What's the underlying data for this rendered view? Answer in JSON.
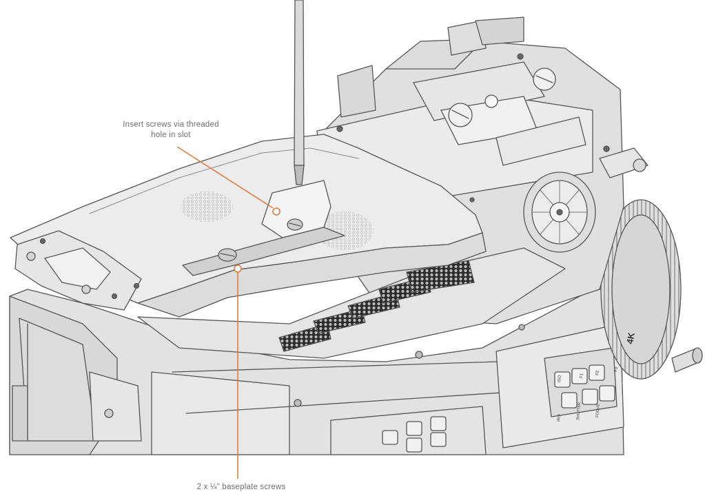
{
  "callouts": {
    "top_line1": "Insert screws via threaded",
    "top_line2": "hole in slot",
    "bottom": "2 x ¼\" baseplate screws"
  },
  "camera_badges": {
    "badge_4k": "4K",
    "btn_iso": "ISO",
    "btn_f1": "F1",
    "btn_f2": "F2",
    "btn_f3": "F3",
    "label_shutter": "SHUTTER",
    "label_iris": "IRIS",
    "label_focus": "FOCUS"
  },
  "colors": {
    "callout_line": "#e07b3c",
    "body_fill": "#e4e4e4",
    "body_light": "#efefef",
    "outline": "#555555",
    "vent": "#2c2c2c"
  },
  "icons": [
    "screwdriver-icon",
    "screw-icon",
    "hexagon-vent-icon",
    "rosette-icon",
    "focus-ring-icon"
  ]
}
